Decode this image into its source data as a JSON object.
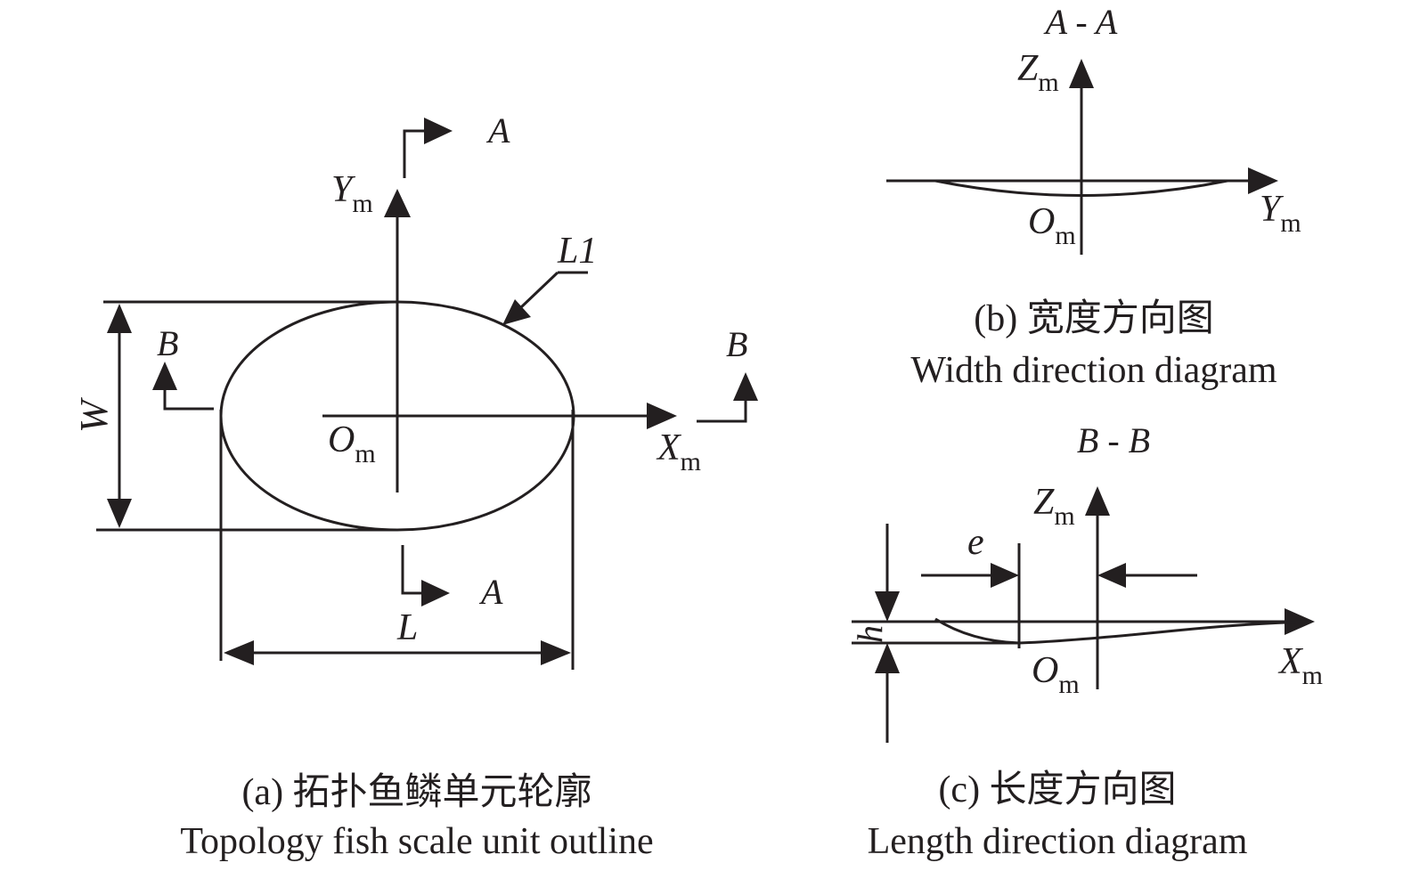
{
  "panel_a": {
    "axis_y": "Y",
    "axis_x": "X",
    "origin": "O",
    "subscript": "m",
    "curve_label": "L1",
    "width_label": "W",
    "length_label": "L",
    "section_a_top": "A",
    "section_a_bottom": "A",
    "section_b_left": "B",
    "section_b_right": "B",
    "caption_cn": "(a) 拓扑鱼鳞单元轮廓",
    "caption_en": "Topology fish scale unit outline"
  },
  "panel_b": {
    "section_title": "A - A",
    "axis_z": "Z",
    "axis_y": "Y",
    "origin": "O",
    "subscript": "m",
    "caption_cn": "(b) 宽度方向图",
    "caption_en": "Width direction diagram"
  },
  "panel_c": {
    "section_title": "B - B",
    "axis_z": "Z",
    "axis_x": "X",
    "origin": "O",
    "subscript": "m",
    "offset_label": "e",
    "height_label": "h",
    "caption_cn": "(c) 长度方向图",
    "caption_en": "Length direction diagram"
  }
}
